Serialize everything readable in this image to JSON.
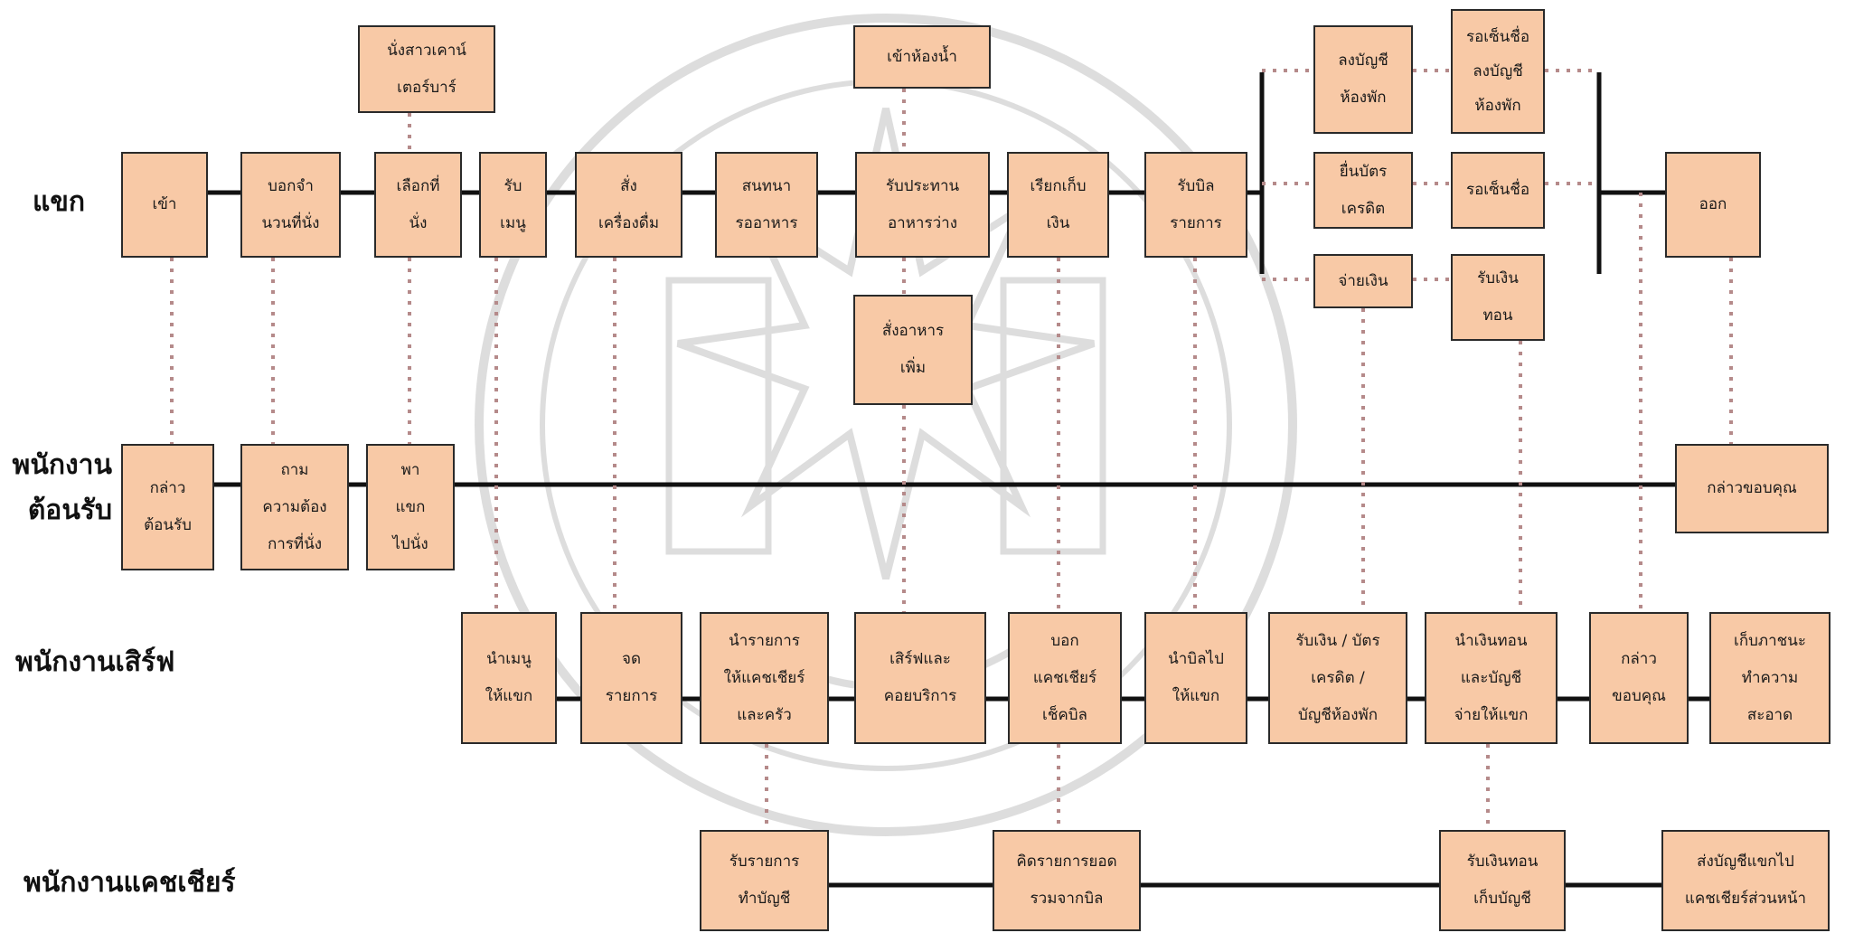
{
  "lanes": {
    "guest": "แขก",
    "reception_1": "พนักงาน",
    "reception_2": "ต้อนรับ",
    "server": "พนักงานเสิร์ฟ",
    "cashier": "พนักงานแคชเชียร์"
  },
  "guest": {
    "enter": "เข้า",
    "party_size": "บอกจำ\nนวนที่นั่ง",
    "choose_seat": "เลือกที่\nนั่ง",
    "bar_counter": "นั่งสาวเคาน์\nเตอร์บาร์",
    "receive_menu": "รับ\nเมนู",
    "order_drinks": "สั่ง\nเครื่องดื่ม",
    "chat_wait": "สนทนา\nรออาหาร",
    "restroom": "เข้าห้องน้ำ",
    "eat_appetizer": "รับประทาน\nอาหารว่าง",
    "order_more": "สั่งอาหาร\nเพิ่ม",
    "call_bill": "เรียกเก็บ\nเงิน",
    "receive_bill": "รับบิล\nรายการ",
    "room_charge": "ลงบัญชี\nห้องพัก",
    "credit_card": "ยื่นบัตร\nเครดิต",
    "pay_cash": "จ่ายเงิน",
    "sign_room": "รอเซ็นชื่อ\nลงบัญชี\nห้องพัก",
    "sign": "รอเซ็นชื่อ",
    "change": "รับเงิน\nทอน",
    "exit": "ออก"
  },
  "reception": {
    "greet": "กล่าว\nต้อนรับ",
    "ask_seat": "ถาม\nความต้อง\nการที่นั่ง",
    "lead_guest": "พา\nแขก\nไปนั่ง",
    "thank": "กล่าวขอบคุณ"
  },
  "server": {
    "bring_menu": "นำเมนู\nให้แขก",
    "take_order": "จด\nรายการ",
    "order_to_kitchen": "นำรายการ\nให้แคชเชียร์\nและครัว",
    "serve": "เสิร์ฟและ\nคอยบริการ",
    "tell_cashier": "บอก\nแคชเชียร์\nเช็คบิล",
    "bring_bill": "นำบิลไป\nให้แขก",
    "collect_payment": "รับเงิน / บัตร\nเครดิต /\nบัญชีห้องพัก",
    "return_change": "นำเงินทอน\nและบัญชี\nจ่ายให้แขก",
    "thank": "กล่าว\nขอบคุณ",
    "clear_table": "เก็บภาชนะ\nทำความ\nสะอาด"
  },
  "cashier": {
    "receive_order": "รับรายการ\nทำบัญชี",
    "compute_total": "คิดรายการยอด\nรวมจากบิล",
    "receive_change": "รับเงินทอน\nเก็บบัญชี",
    "send_to_front": "ส่งบัญชีแขกไป\nแคชเชียร์ส่วนหน้า"
  }
}
